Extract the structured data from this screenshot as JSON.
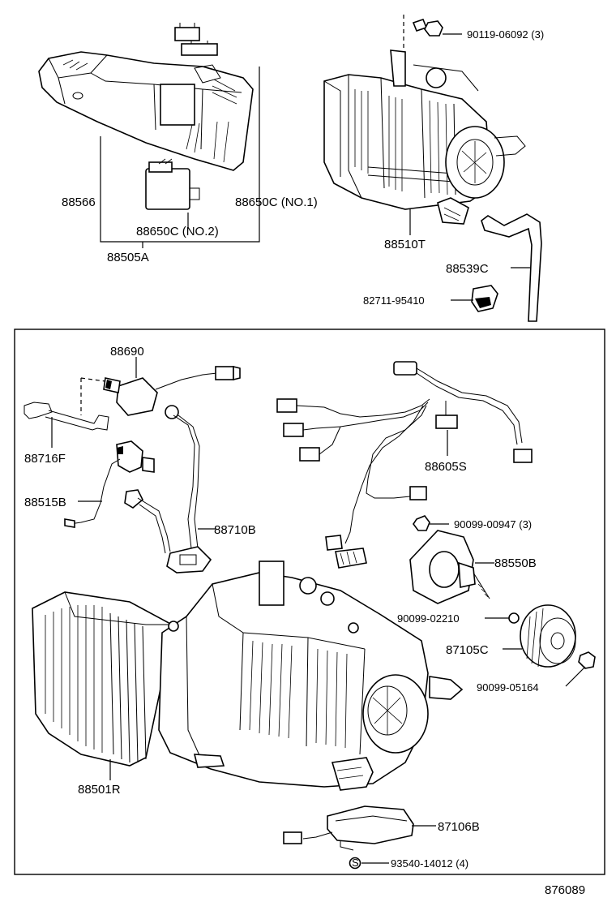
{
  "diagram_id": "876089",
  "labels": {
    "p90119": "90119-06092 (3)",
    "p88566": "88566",
    "p88650c_no1": "88650C (NO.1)",
    "p88650c_no2": "88650C (NO.2)",
    "p88505a": "88505A",
    "p88510t": "88510T",
    "p88539c": "88539C",
    "p82711": "82711-95410",
    "p88690": "88690",
    "p88716f": "88716F",
    "p88515b": "88515B",
    "p88710b": "88710B",
    "p88605s": "88605S",
    "p90099_00947": "90099-00947 (3)",
    "p88550b": "88550B",
    "p90099_02210": "90099-02210",
    "p87105c": "87105C",
    "p90099_05164": "90099-05164",
    "p88501r": "88501R",
    "p87106b": "87106B",
    "p93540": "93540-14012 (4)",
    "s_symbol": "S"
  }
}
